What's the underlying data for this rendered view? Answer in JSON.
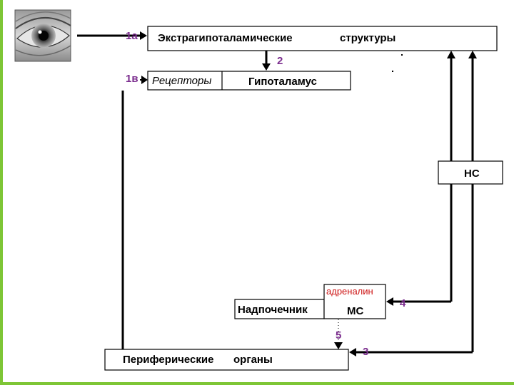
{
  "colors": {
    "accent_green": "#7ec636",
    "number_purple": "#7b2d8e",
    "adrenaline_red": "#cc1111",
    "line": "#000000"
  },
  "image": {
    "icon": "eye-photo"
  },
  "labels": {
    "step_1a": "1а",
    "step_1v": "1в",
    "step_2": "2",
    "step_3": "3",
    "step_4": "4",
    "step_5": "5"
  },
  "boxes": {
    "extrahypothalamic_part1": "Экстрагипоталамические",
    "extrahypothalamic_part2": "структуры",
    "receptors": "Рецепторы",
    "hypothalamus": "Гипоталамус",
    "ns": "НС",
    "adrenaline": "адреналин",
    "adrenal_gland": "Надпочечник",
    "ms": "МС",
    "peripheral_organs_part1": "Периферические",
    "peripheral_organs_part2": "органы"
  }
}
